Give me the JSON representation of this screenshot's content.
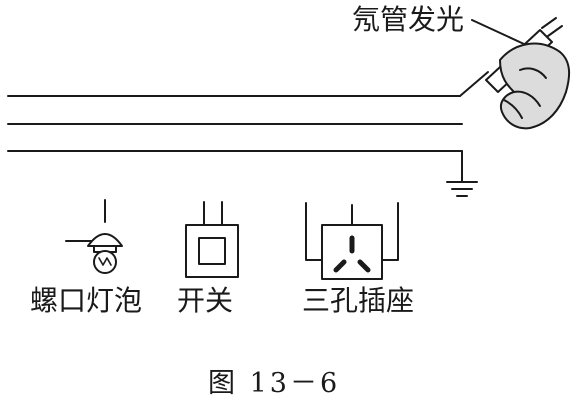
{
  "labels": {
    "neon_tester": "氖管发光",
    "lamp": "螺口灯泡",
    "switch": "开关",
    "socket": "三孔插座",
    "caption": "图 13－6"
  },
  "colors": {
    "ink": "#1a1a1a",
    "hand_fill": "#dcdcdc",
    "background": "#ffffff"
  }
}
